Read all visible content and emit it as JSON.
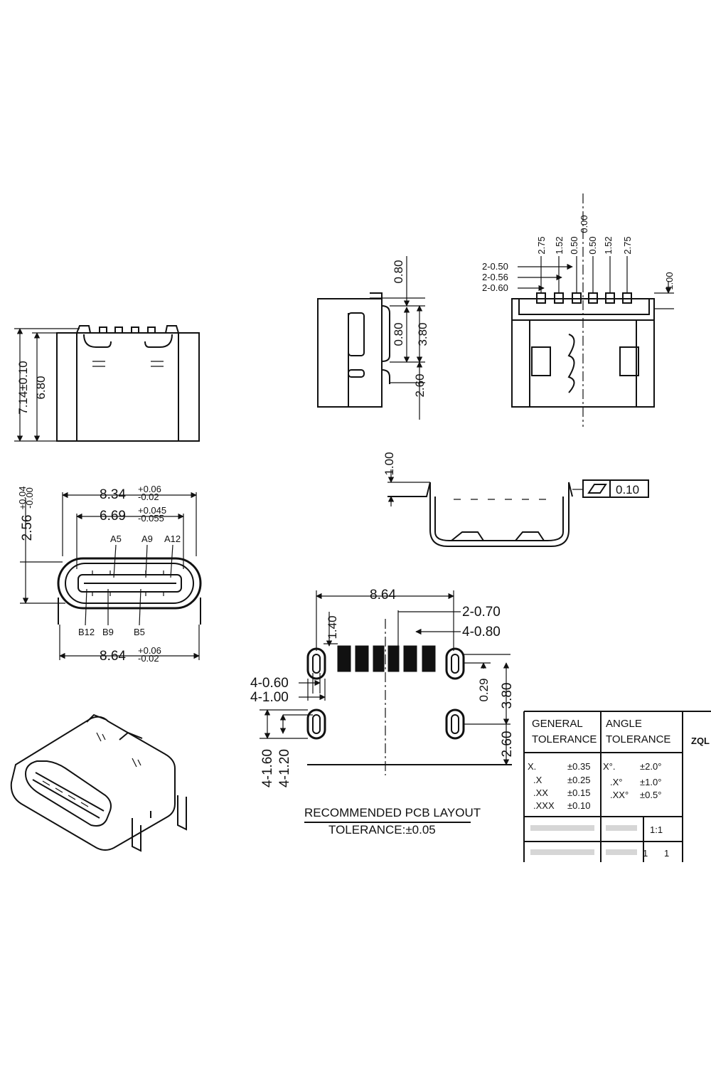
{
  "front": {
    "height_total": "7.14±0.10",
    "height_body": "6.80"
  },
  "side": {
    "dim_top": "0.80",
    "dim_mid": "0.80",
    "dim_span": "3.80",
    "dim_bottom": "2.60"
  },
  "top_view": {
    "dims": [
      "2.75",
      "1.52",
      "0.50",
      "0.00",
      "0.50",
      "1.52",
      "2.75"
    ],
    "left_labels": [
      "2-0.50",
      "2-0.56",
      "2-0.60"
    ],
    "dim_right": "1.00"
  },
  "profile": {
    "dim_height": "1.00",
    "flatness_value": "0.10"
  },
  "end_view": {
    "width_outer": "8.34",
    "width_outer_tol_plus": "+0.06",
    "width_outer_tol_minus": "-0.02",
    "width_inner": "6.69",
    "width_inner_tol_plus": "+0.045",
    "width_inner_tol_minus": "-0.055",
    "height": "2.56",
    "height_tol_plus": "+0.04",
    "height_tol_minus": "-0.00",
    "width_bottom": "8.64",
    "width_bottom_tol_plus": "+0.06",
    "width_bottom_tol_minus": "-0.02",
    "pins_top": [
      "A5",
      "A9",
      "A12"
    ],
    "pins_bottom": [
      "B12",
      "B9",
      "B5"
    ]
  },
  "pcb": {
    "dim_width": "8.64",
    "dim_pad_pair": "2-0.70",
    "dim_pad_quad": "4-0.80",
    "dim_pad_height": "1.40",
    "dim_hole_w": "4-0.60",
    "dim_hole_outer": "4-1.00",
    "dim_gap": "0.29",
    "dim_span": "3.80",
    "dim_bottom": "2.60",
    "dim_slot_outer": "4-1.60",
    "dim_slot_inner": "4-1.20",
    "title": "RECOMMENDED PCB LAYOUT",
    "tolerance": "TOLERANCE:±0.05"
  },
  "tolerance_table": {
    "general_header_1": "GENERAL",
    "general_header_2": "TOLERANCE",
    "angle_header_1": "ANGLE",
    "angle_header_2": "TOLERANCE",
    "general_rows": [
      {
        "key": "X.",
        "value": "±0.35"
      },
      {
        "key": ".X",
        "value": "±0.25"
      },
      {
        "key": ".XX",
        "value": "±0.15"
      },
      {
        "key": ".XXX",
        "value": "±0.10"
      }
    ],
    "angle_rows": [
      {
        "key": "X°.",
        "value": "±2.0°"
      },
      {
        "key": ".X°",
        "value": "±1.0°"
      },
      {
        "key": ".XX°",
        "value": "±0.5°"
      }
    ],
    "scale_1": "1:1",
    "scale_2": "1",
    "scale_3": "1",
    "brand": "ZQL"
  }
}
